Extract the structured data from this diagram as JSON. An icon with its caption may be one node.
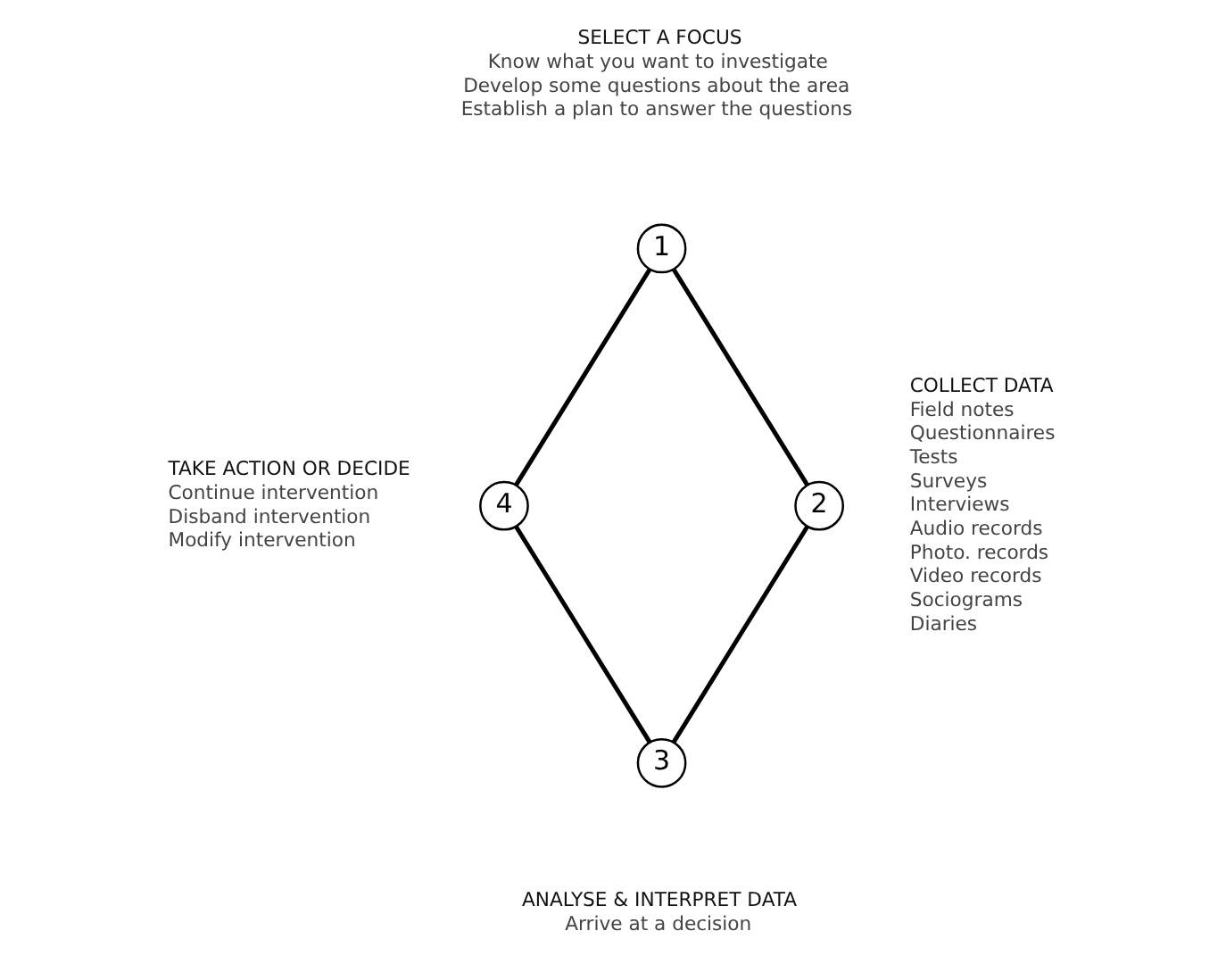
{
  "diagram": {
    "nodes": [
      {
        "text": [
          "1"
        ],
        "beside": [
          "SELECT A FOCUS",
          "Know what you want to investigate",
          "Develop some questions about the area",
          "Establish a plan to answer the questions"
        ]
      },
      {
        "text": [
          "2"
        ],
        "beside": [
          "COLLECT DATA",
          "Field notes",
          "Questionnaires",
          "Tests",
          "Surveys",
          "Interviews",
          "Audio records",
          "Photo. records",
          "Video records",
          "Sociograms",
          "Diaries"
        ]
      },
      {
        "text": [
          "3"
        ],
        "beside": [
          "ANALYSE & INTERPRET DATA",
          "Arrive at a decision"
        ]
      },
      {
        "text": [
          "4"
        ],
        "beside": [
          "TAKE ACTION OR DECIDE",
          "Continue intervention",
          "Disband intervention",
          "Modify intervention"
        ]
      }
    ],
    "edges": [
      {
        "from": 0,
        "to": 1,
        "arrow": "none"
      },
      {
        "from": 1,
        "to": 2,
        "arrow": "none"
      },
      {
        "from": 2,
        "to": 3,
        "arrow": "none"
      },
      {
        "from": 3,
        "to": 0,
        "arrow": "none"
      }
    ]
  }
}
